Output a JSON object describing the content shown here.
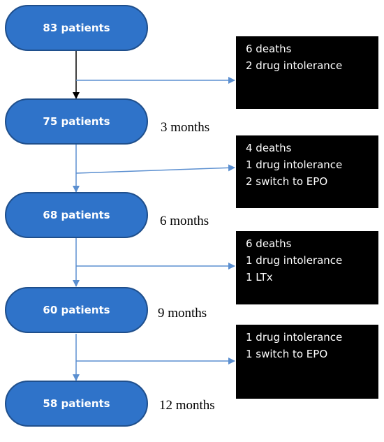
{
  "stages": [
    {
      "label": "83 patients",
      "time": ""
    },
    {
      "label": "75 patients",
      "time": "3 months"
    },
    {
      "label": "68 patients",
      "time": "6 months"
    },
    {
      "label": "60 patients",
      "time": "9 months"
    },
    {
      "label": "58 patients",
      "time": "12 months"
    }
  ],
  "exclusions": [
    {
      "lines": [
        "6 deaths",
        "2 drug intolerance"
      ]
    },
    {
      "lines": [
        "4 deaths",
        "1 drug intolerance",
        "2 switch to EPO"
      ]
    },
    {
      "lines": [
        "6 deaths",
        "1 drug intolerance",
        "1 LTx"
      ]
    },
    {
      "lines": [
        "1 drug intolerance",
        "1 switch to EPO"
      ]
    }
  ],
  "colors": {
    "node_fill": "#2f73c9",
    "node_border": "#1f4f8c",
    "exclusion_box": "#000000",
    "first_arrow": "#000000",
    "other_arrows": "#5b8fd0"
  }
}
